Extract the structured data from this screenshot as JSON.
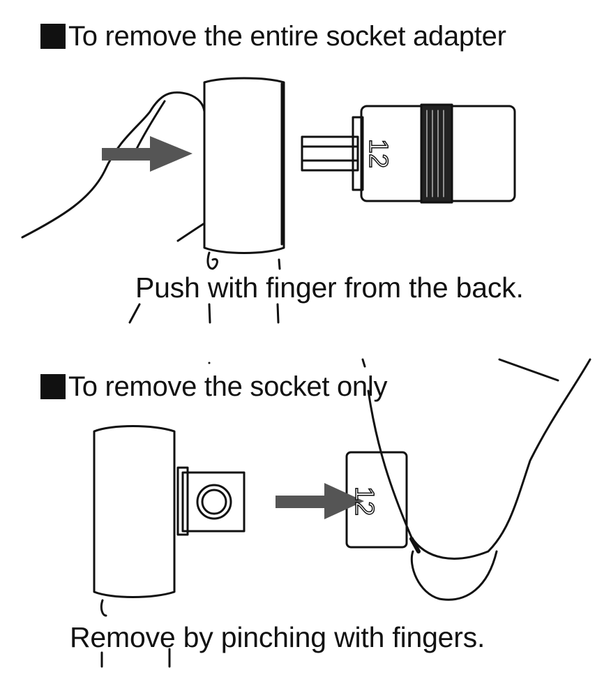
{
  "section1": {
    "heading": "To remove the entire socket adapter",
    "caption": "Push with finger from the back.",
    "socket_marking": "12"
  },
  "section2": {
    "heading": "To remove the socket only",
    "caption": "Remove by pinching with fingers.",
    "socket_marking": "12"
  },
  "colors": {
    "line": "#111111",
    "arrow": "#555555",
    "background": "#ffffff"
  }
}
